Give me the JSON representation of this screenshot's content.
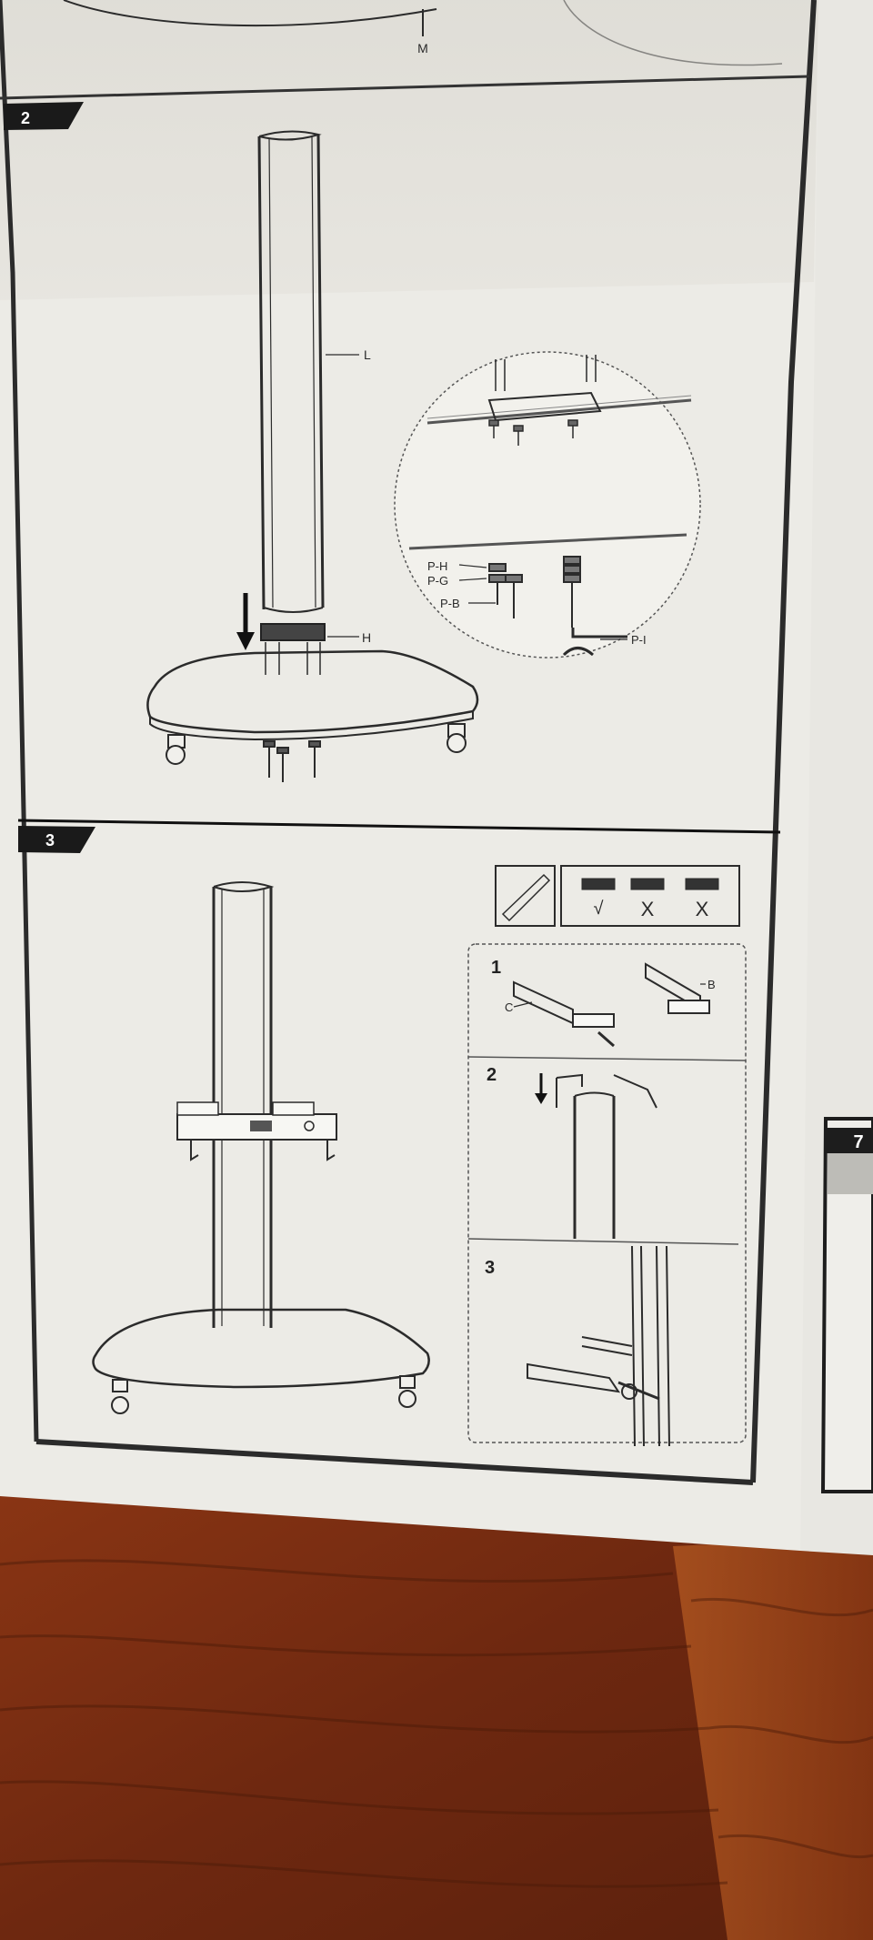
{
  "steps": [
    {
      "number": "2"
    },
    {
      "number": "3"
    },
    {
      "number": "7"
    }
  ],
  "part_labels": {
    "m": "M",
    "l": "L",
    "h": "H",
    "ph": "P-H",
    "pg": "P-G",
    "pb": "P-B",
    "pi": "P-I",
    "b": "B",
    "c": "C"
  },
  "orientation_marks": [
    "√",
    "X",
    "X"
  ],
  "substeps": [
    "1",
    "2",
    "3"
  ],
  "colors": {
    "paper": "#ecebe6",
    "paper_shadow": "#d9d8d2",
    "ink": "#2b2b2b",
    "floor": "#7a2f12",
    "floor_light": "#a5491c"
  }
}
